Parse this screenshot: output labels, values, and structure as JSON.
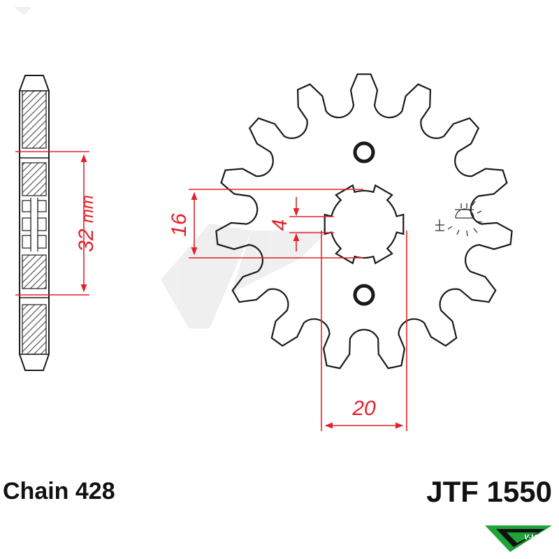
{
  "colors": {
    "outline": "#1a1a1a",
    "dimension": "#e4202a",
    "hatch": "#555555",
    "logo_green": "#1fa43a",
    "logo_dark": "#111111"
  },
  "dimensions": {
    "chain_width": "32",
    "chain_width_unit": "mm",
    "inner_height": "16",
    "keyway": "4",
    "bore": "20"
  },
  "labels": {
    "chain": "Chain 428",
    "part_number": "JTF 1550"
  },
  "sprocket": {
    "teeth": 15,
    "bolt_holes": 2,
    "splines": 6
  },
  "logo": {
    "text": "V-MX",
    "icon": "vmx-logo"
  }
}
